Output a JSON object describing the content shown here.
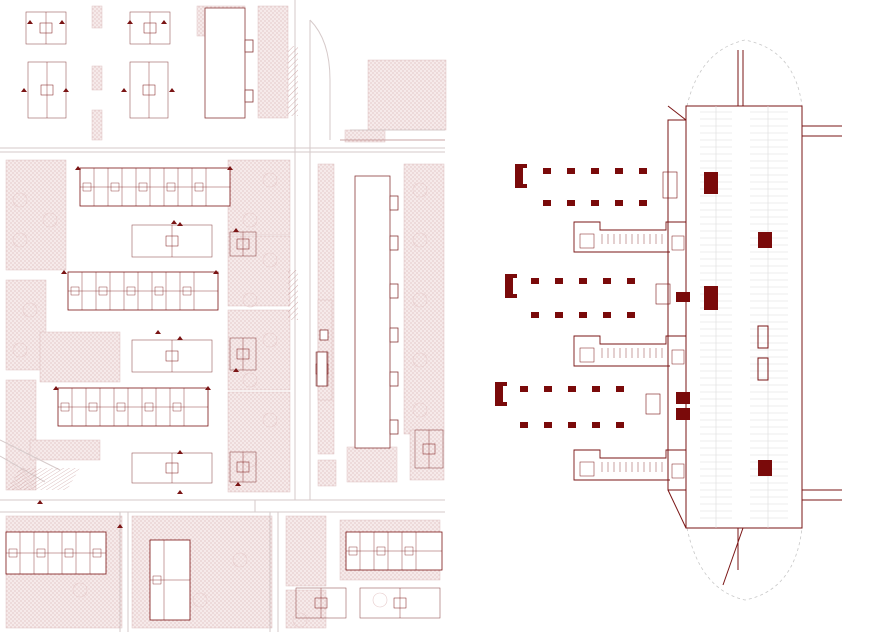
{
  "drawing": {
    "type": "architectural-site-plan-and-floor-plan",
    "panels": [
      "site-plan-left",
      "floor-plan-right"
    ],
    "labels": [],
    "colors": {
      "background": "#ffffff",
      "wall": "#7a1414",
      "solid": "#7a0a0a",
      "hatch": "#e8cfcf",
      "hatch_line": "#d9b3b3",
      "road_line": "#d8d0d0",
      "thin": "#b88a8a"
    }
  }
}
